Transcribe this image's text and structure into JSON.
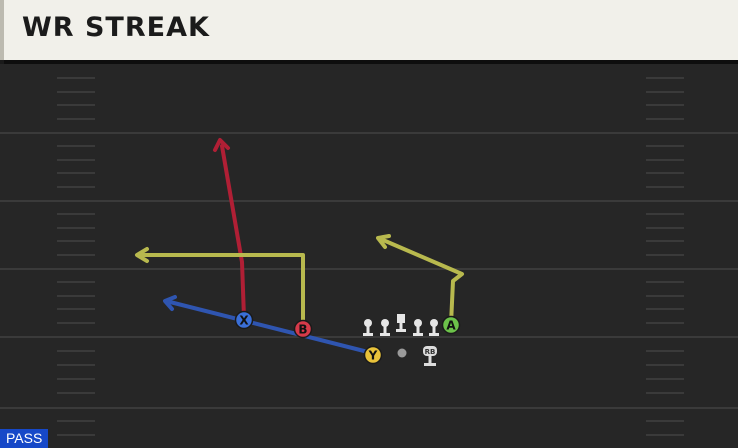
{
  "play": {
    "title": "WR STREAK",
    "type_badge": "PASS"
  },
  "players": {
    "x": {
      "label": "X",
      "color": "#3a6fd8"
    },
    "b": {
      "label": "B",
      "color": "#d63a4a"
    },
    "y": {
      "label": "Y",
      "color": "#e8c23a"
    },
    "a": {
      "label": "A",
      "color": "#6cc24a"
    },
    "rb": {
      "label": "RB"
    }
  },
  "routes": {
    "x_route_color": "#2f55b0",
    "b_route_color": "#b01f35",
    "y_route_color": "#b8b94e",
    "a_route_color": "#b8b94e"
  }
}
